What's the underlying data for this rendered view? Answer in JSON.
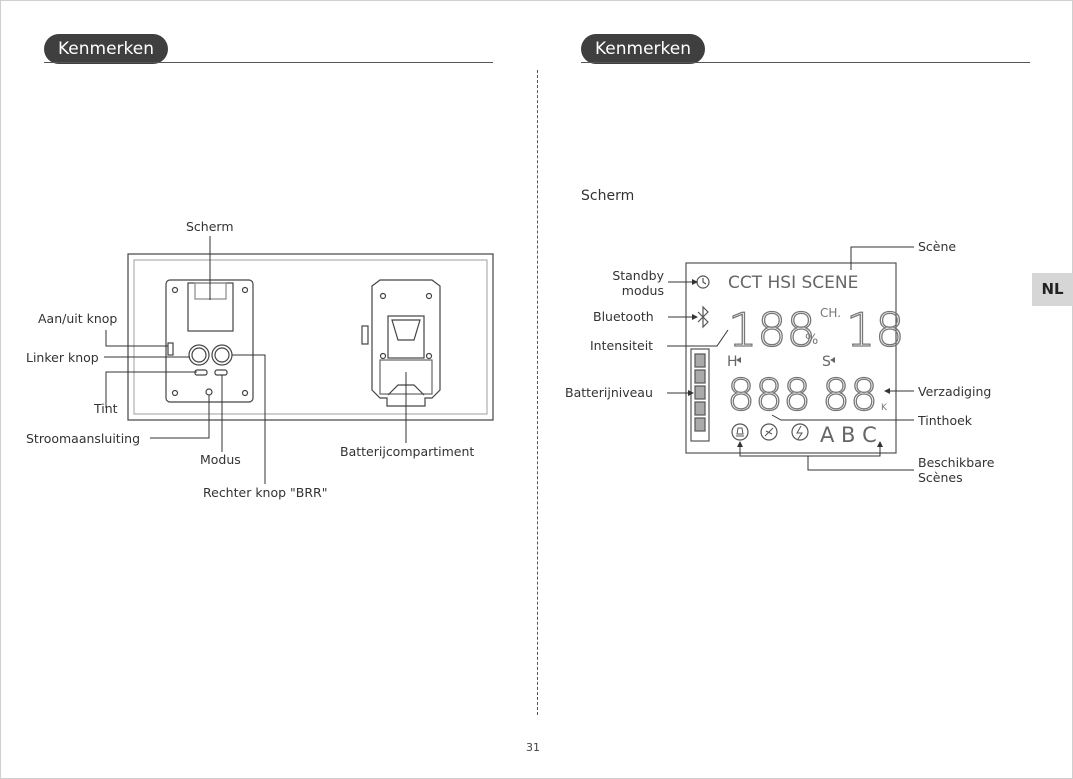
{
  "left": {
    "header": "Kenmerken",
    "labels": {
      "scherm": "Scherm",
      "aan_uit": "Aan/uit knop",
      "linker": "Linker knop",
      "tint": "Tint",
      "stroom": "Stroomaansluiting",
      "modus": "Modus",
      "rechter": "Rechter knop \"BRR\"",
      "batterij": "Batterijcompartiment"
    }
  },
  "right": {
    "header": "Kenmerken",
    "subtitle": "Scherm",
    "labels": {
      "scene": "Scène",
      "standby_1": "Standby",
      "standby_2": "modus",
      "bluetooth": "Bluetooth",
      "intensiteit": "Intensiteit",
      "batterijniveau": "Batterijniveau",
      "verzadiging": "Verzadiging",
      "tinthoek": "Tinthoek",
      "beschikbare_1": "Beschikbare",
      "beschikbare_2": "Scènes"
    },
    "lcd": {
      "modes": "CCT  HSI  SCENE",
      "intensity": "188",
      "percent": "%",
      "ch": "CH.",
      "channel": "18",
      "h": "H",
      "s": "S",
      "hue": "888",
      "sat": "88",
      "k": "K",
      "scenes": "A B C"
    }
  },
  "side_tab": "NL",
  "page_number": "31"
}
